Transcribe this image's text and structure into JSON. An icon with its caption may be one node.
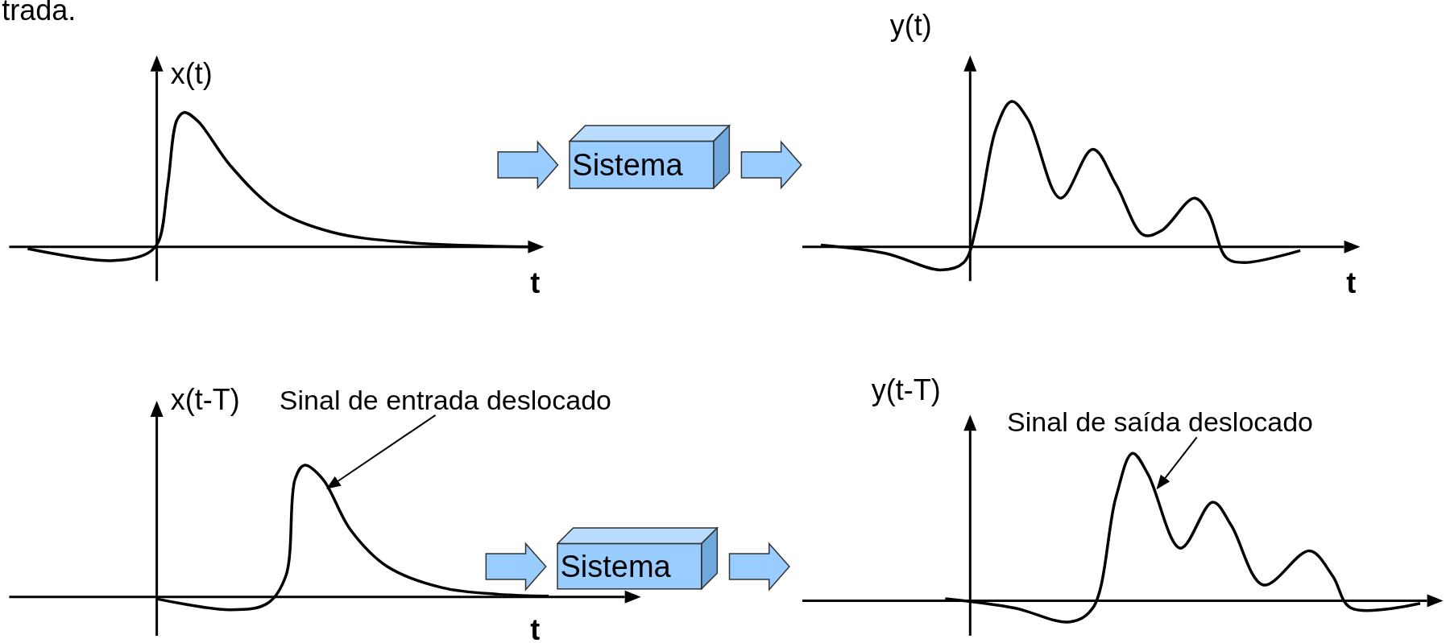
{
  "diagram": {
    "nodes": [
      {
        "text": [
          "Sistema"
        ]
      },
      {
        "text": [
          "Sistema"
        ]
      },
      {
        "text": [
          "Sinal de entrada deslocado"
        ]
      },
      {
        "text": [],
        "shape": "curve"
      },
      {
        "text": [
          "Sinal de saída deslocado"
        ]
      },
      {
        "text": [],
        "shape": "curve"
      }
    ],
    "edges": [
      {
        "from": null,
        "to": 0,
        "arrow": "to"
      },
      {
        "from": 0,
        "to": null,
        "arrow": "to"
      },
      {
        "from": 2,
        "to": 3,
        "arrow": "to"
      },
      {
        "from": null,
        "to": 1,
        "arrow": "to"
      },
      {
        "from": 1,
        "to": null,
        "arrow": "to"
      },
      {
        "from": 4,
        "to": 5,
        "arrow": "to"
      }
    ],
    "labels": [
      "trada.",
      "x(t)",
      "y(t)",
      "t",
      "t",
      "x(t-T)",
      "y(t-T)",
      "t"
    ]
  }
}
